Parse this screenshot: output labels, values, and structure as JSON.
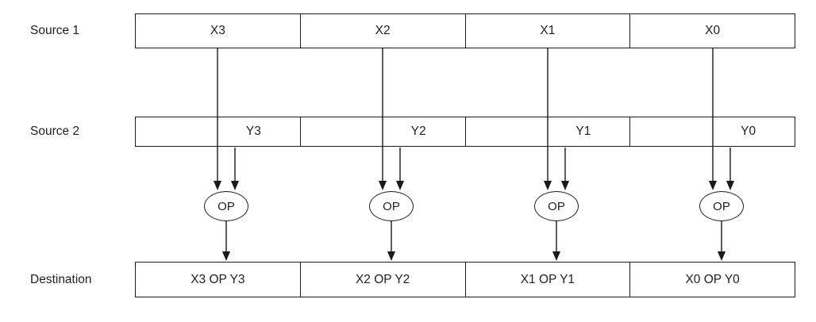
{
  "diagram": {
    "rows": {
      "source1": {
        "label": "Source 1",
        "cells": [
          "X3",
          "X2",
          "X1",
          "X0"
        ]
      },
      "source2": {
        "label": "Source 2",
        "cells": [
          "Y3",
          "Y2",
          "Y1",
          "Y0"
        ]
      },
      "destination": {
        "label": "Destination",
        "cells": [
          "X3 OP Y3",
          "X2 OP Y2",
          "X1 OP Y1",
          "X0 OP Y0"
        ]
      }
    },
    "operators": [
      "OP",
      "OP",
      "OP",
      "OP"
    ],
    "colors": {
      "line": "#1a1a1a",
      "background": "#ffffff"
    }
  }
}
